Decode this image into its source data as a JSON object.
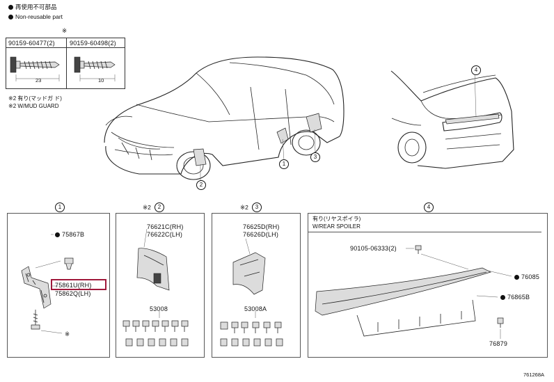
{
  "legend": {
    "line1": "再使用不可部品",
    "line2": "Non-reusable part"
  },
  "fastener_table": {
    "note_mark": "※",
    "left_part": "90159-60477(2)",
    "right_part": "90159-60498(2)",
    "left_dim": "23",
    "right_dim": "10"
  },
  "notes": {
    "line1": "※2 有り(マッドガ ド)",
    "line2": "※2 W/MUD GUARD"
  },
  "callouts": {
    "c1": "1",
    "c2": "2",
    "c3": "3",
    "c4": "4"
  },
  "panel1": {
    "id": "1",
    "part_a": "75867B",
    "part_b_rh": "75861U(RH)",
    "part_b_lh": "75862Q(LH)",
    "bolt_mark": "※"
  },
  "panel2": {
    "id": "2",
    "prefix": "※2",
    "part_rh": "76621C(RH)",
    "part_lh": "76622C(LH)",
    "part_kit": "53008"
  },
  "panel3": {
    "id": "3",
    "prefix": "※2",
    "part_rh": "76625D(RH)",
    "part_lh": "76626D(LH)",
    "part_kit": "53008A"
  },
  "panel4": {
    "id": "4",
    "title_jp": "有り(リヤスポイラ)",
    "title_en": "W/REAR SPOILER",
    "part_screw": "90105-06333(2)",
    "part_a": "76085",
    "part_b": "76865B",
    "part_c": "76879"
  },
  "footer": {
    "code": "761268A"
  }
}
